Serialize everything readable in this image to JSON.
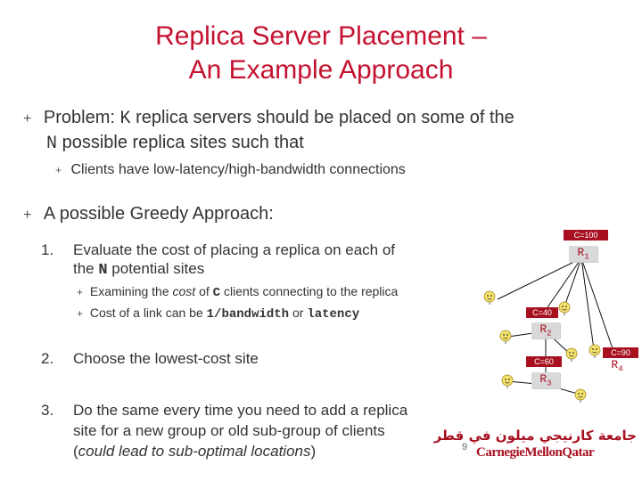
{
  "title": {
    "line1": "Replica Server Placement –",
    "line2": "An Example Approach"
  },
  "problem": {
    "bullet": "+",
    "prefix": "Problem: ",
    "k": "K",
    "mid": " replica servers should be placed on some of the",
    "n": "N",
    "suffix": " possible replica sites such that",
    "sub_bullet": "+",
    "sub_text": "Clients have low-latency/high-bandwidth connections"
  },
  "approach": {
    "bullet": "+",
    "text": "A possible Greedy Approach:"
  },
  "steps": {
    "s1_num": "1.",
    "s1_line1": "Evaluate the cost of placing a replica on each of",
    "s1_line2_pre": "the ",
    "s1_line2_n": "N",
    "s1_line2_post": " potential sites",
    "s1_sub1_bullet": "+",
    "s1_sub1_pre": "Examining the ",
    "s1_sub1_em": "cost",
    "s1_sub1_mid": " of ",
    "s1_sub1_c": "C",
    "s1_sub1_post": " clients connecting to the replica",
    "s1_sub2_bullet": "+",
    "s1_sub2_pre": "Cost of a link can be ",
    "s1_sub2_code1": "1/bandwidth",
    "s1_sub2_mid": " or ",
    "s1_sub2_code2": "latency",
    "s2_num": "2.",
    "s2_text": "Choose the lowest-cost site",
    "s3_num": "3.",
    "s3_line1": "Do the same every time you need to add a replica",
    "s3_line2": "site for a new group or old sub-group of clients",
    "s3_line3_pre": "(",
    "s3_line3_em": "could lead to sub-optimal locations",
    "s3_line3_post": ")"
  },
  "diagram": {
    "badges": {
      "c100": "C=100",
      "c40": "C=40",
      "c60": "C=60",
      "c90": "C=90"
    },
    "replicas": {
      "r1": {
        "base": "R",
        "sub": "1"
      },
      "r2": {
        "base": "R",
        "sub": "2"
      },
      "r3": {
        "base": "R",
        "sub": "3"
      },
      "r4": {
        "base": "R",
        "sub": "4"
      }
    },
    "colors": {
      "accent": "#c41230",
      "badge": "#a81020",
      "line": "#111111"
    },
    "client_icon": "smiley-face-icon"
  },
  "footer": {
    "page_number": "9",
    "logo_arabic": "جامعة كارنيجي ميلون في قطر",
    "logo_text": "CarnegieMellonQatar"
  }
}
